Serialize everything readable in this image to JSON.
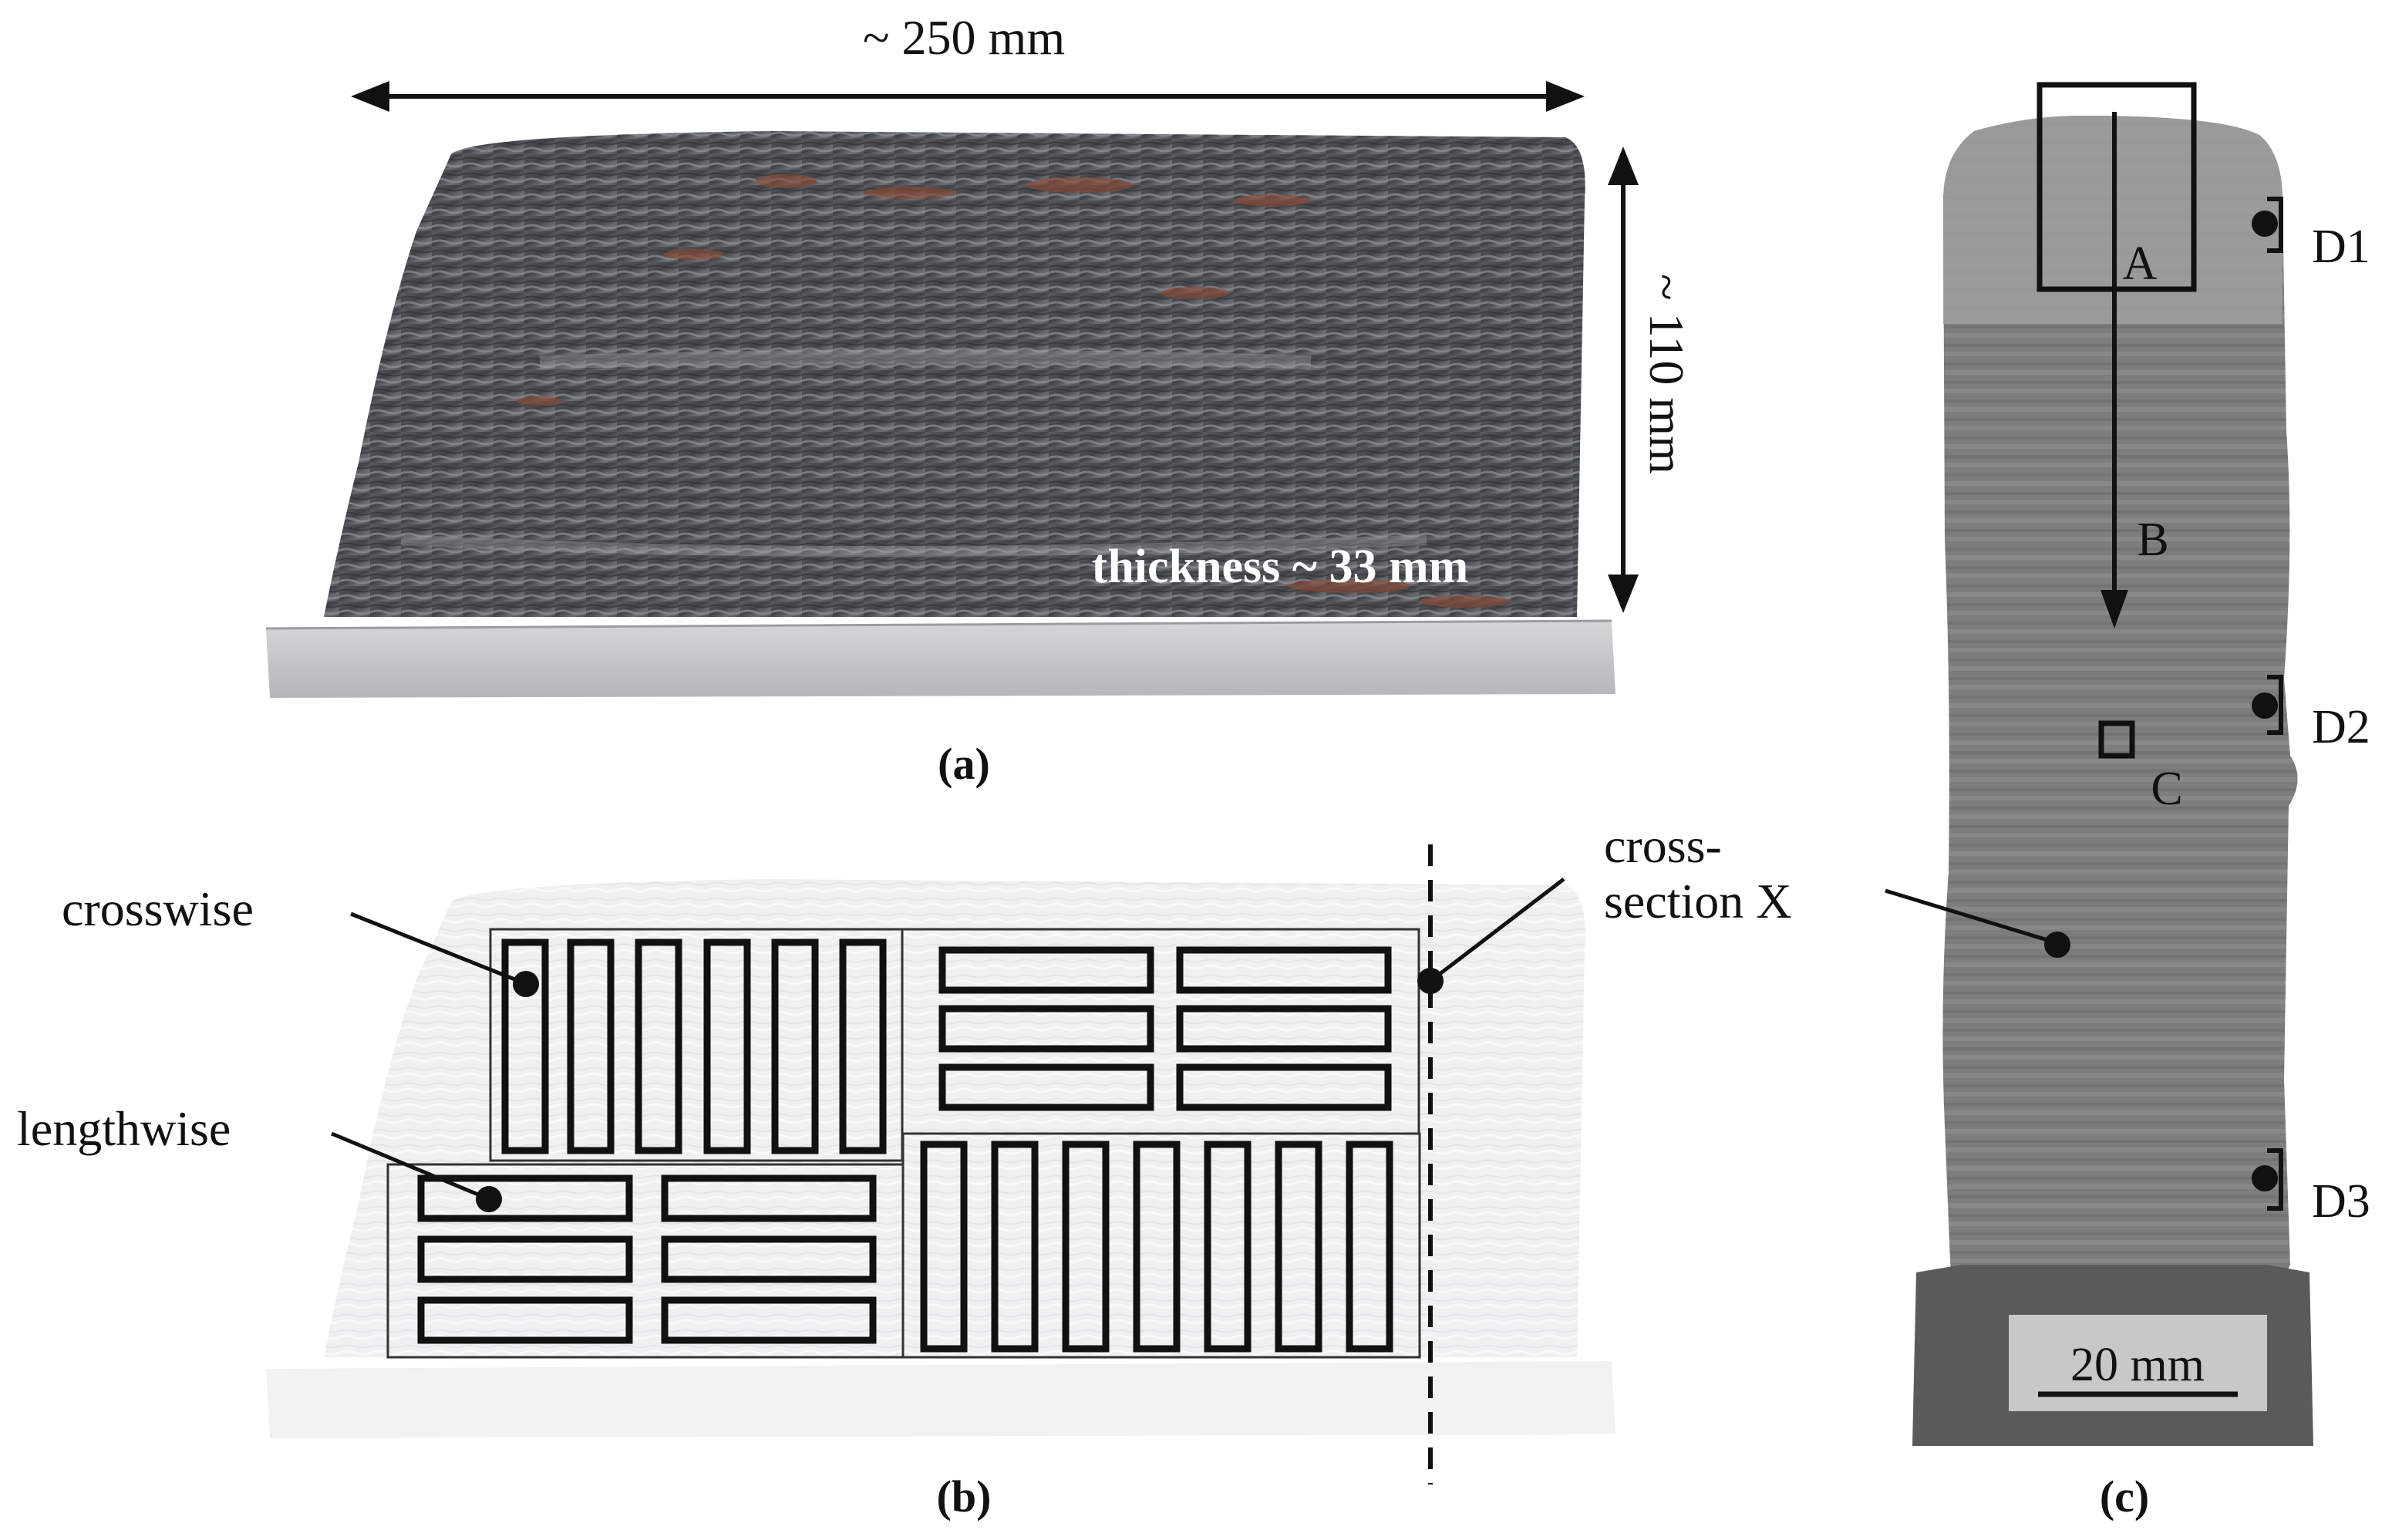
{
  "panel_a": {
    "caption": "(a)",
    "width_label": "~ 250 mm",
    "height_label": "~ 110 mm",
    "thickness_label": "thickness ~ 33 mm"
  },
  "panel_b": {
    "caption": "(b)",
    "crosswise_label": "crosswise",
    "lengthwise_label": "lengthwise",
    "cross_section_label_line1": "cross-",
    "cross_section_label_line2": "section X"
  },
  "panel_c": {
    "caption": "(c)",
    "region_a": "A",
    "region_b": "B",
    "region_c": "C",
    "defect_1": "D1",
    "defect_2": "D2",
    "defect_3": "D3",
    "scale_bar": "20 mm"
  },
  "colors": {
    "metal_dark": "#4a4d52",
    "rust": "#8a4a35",
    "baseplate": "#c9cbcd",
    "xray_gray": "#7c7c7c",
    "xray_light": "#c4c4c4",
    "ink": "#111111"
  }
}
